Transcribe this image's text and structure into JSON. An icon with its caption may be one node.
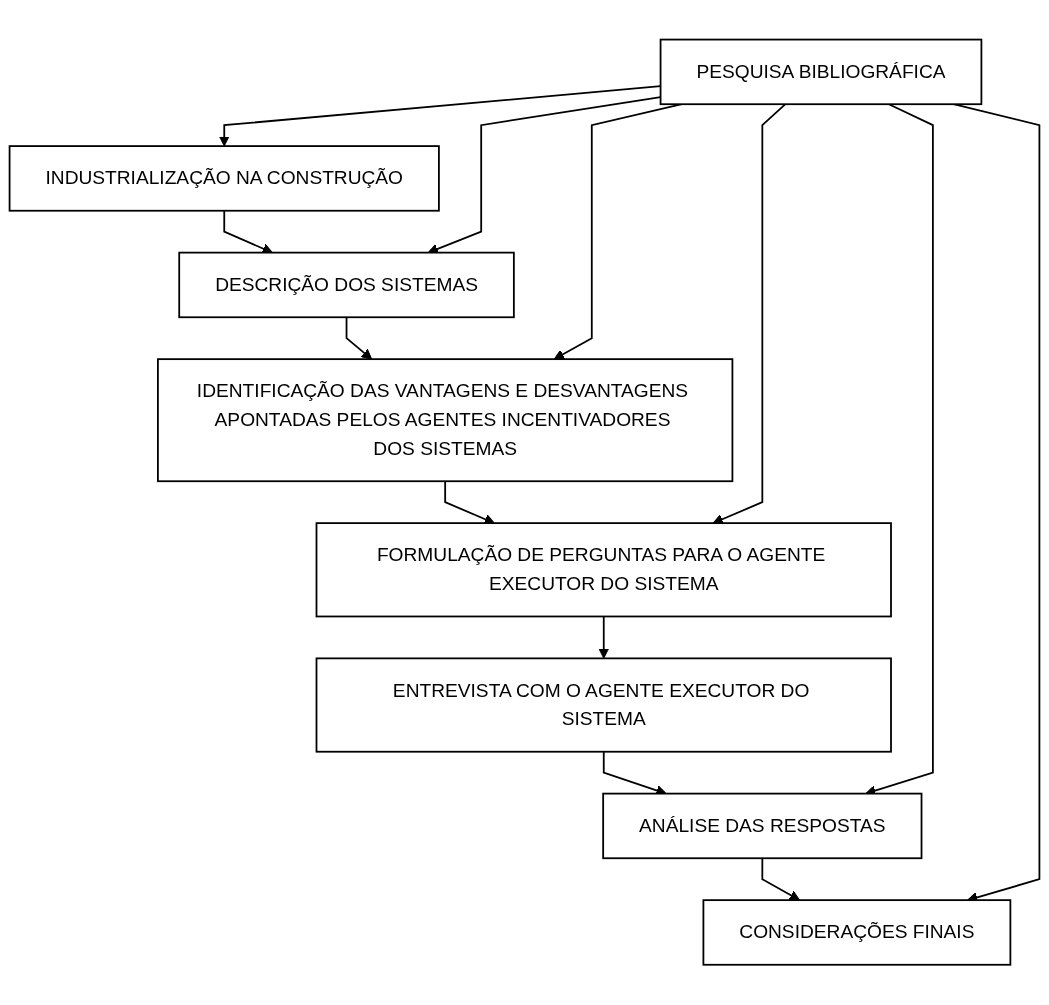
{
  "diagram": {
    "nodes": [
      {
        "text": [
          "PESQUISA BIBLIOGRÁFICA"
        ]
      },
      {
        "text": [
          "INDUSTRIALIZAÇÃO NA CONSTRUÇÃO"
        ]
      },
      {
        "text": [
          "DESCRIÇÃO DOS SISTEMAS"
        ]
      },
      {
        "text": [
          "IDENTIFICAÇÃO DAS VANTAGENS E DESVANTAGENS APONTADAS PELOS AGENTES INCENTIVADORES DOS SISTEMAS"
        ]
      },
      {
        "text": [
          "FORMULAÇÃO DE PERGUNTAS PARA O AGENTE EXECUTOR DO SISTEMA"
        ]
      },
      {
        "text": [
          "ENTREVISTA COM O AGENTE EXECUTOR DO SISTEMA"
        ]
      },
      {
        "text": [
          "ANÁLISE DAS RESPOSTAS"
        ]
      },
      {
        "text": [
          "CONSIDERAÇÕES FINAIS"
        ]
      }
    ],
    "edges": [
      {
        "from": 0,
        "to": 1,
        "arrow": "to"
      },
      {
        "from": 1,
        "to": 2,
        "arrow": "to"
      },
      {
        "from": 2,
        "to": 3,
        "arrow": "to"
      },
      {
        "from": 3,
        "to": 4,
        "arrow": "to"
      },
      {
        "from": 4,
        "to": 5,
        "arrow": "to"
      },
      {
        "from": 5,
        "to": 6,
        "arrow": "to"
      },
      {
        "from": 6,
        "to": 7,
        "arrow": "to"
      },
      {
        "from": 0,
        "to": 2,
        "arrow": "to"
      },
      {
        "from": 0,
        "to": 3,
        "arrow": "to"
      },
      {
        "from": 0,
        "to": 4,
        "arrow": "to"
      },
      {
        "from": 0,
        "to": 6,
        "arrow": "to"
      },
      {
        "from": 0,
        "to": 7,
        "arrow": "to"
      }
    ]
  }
}
